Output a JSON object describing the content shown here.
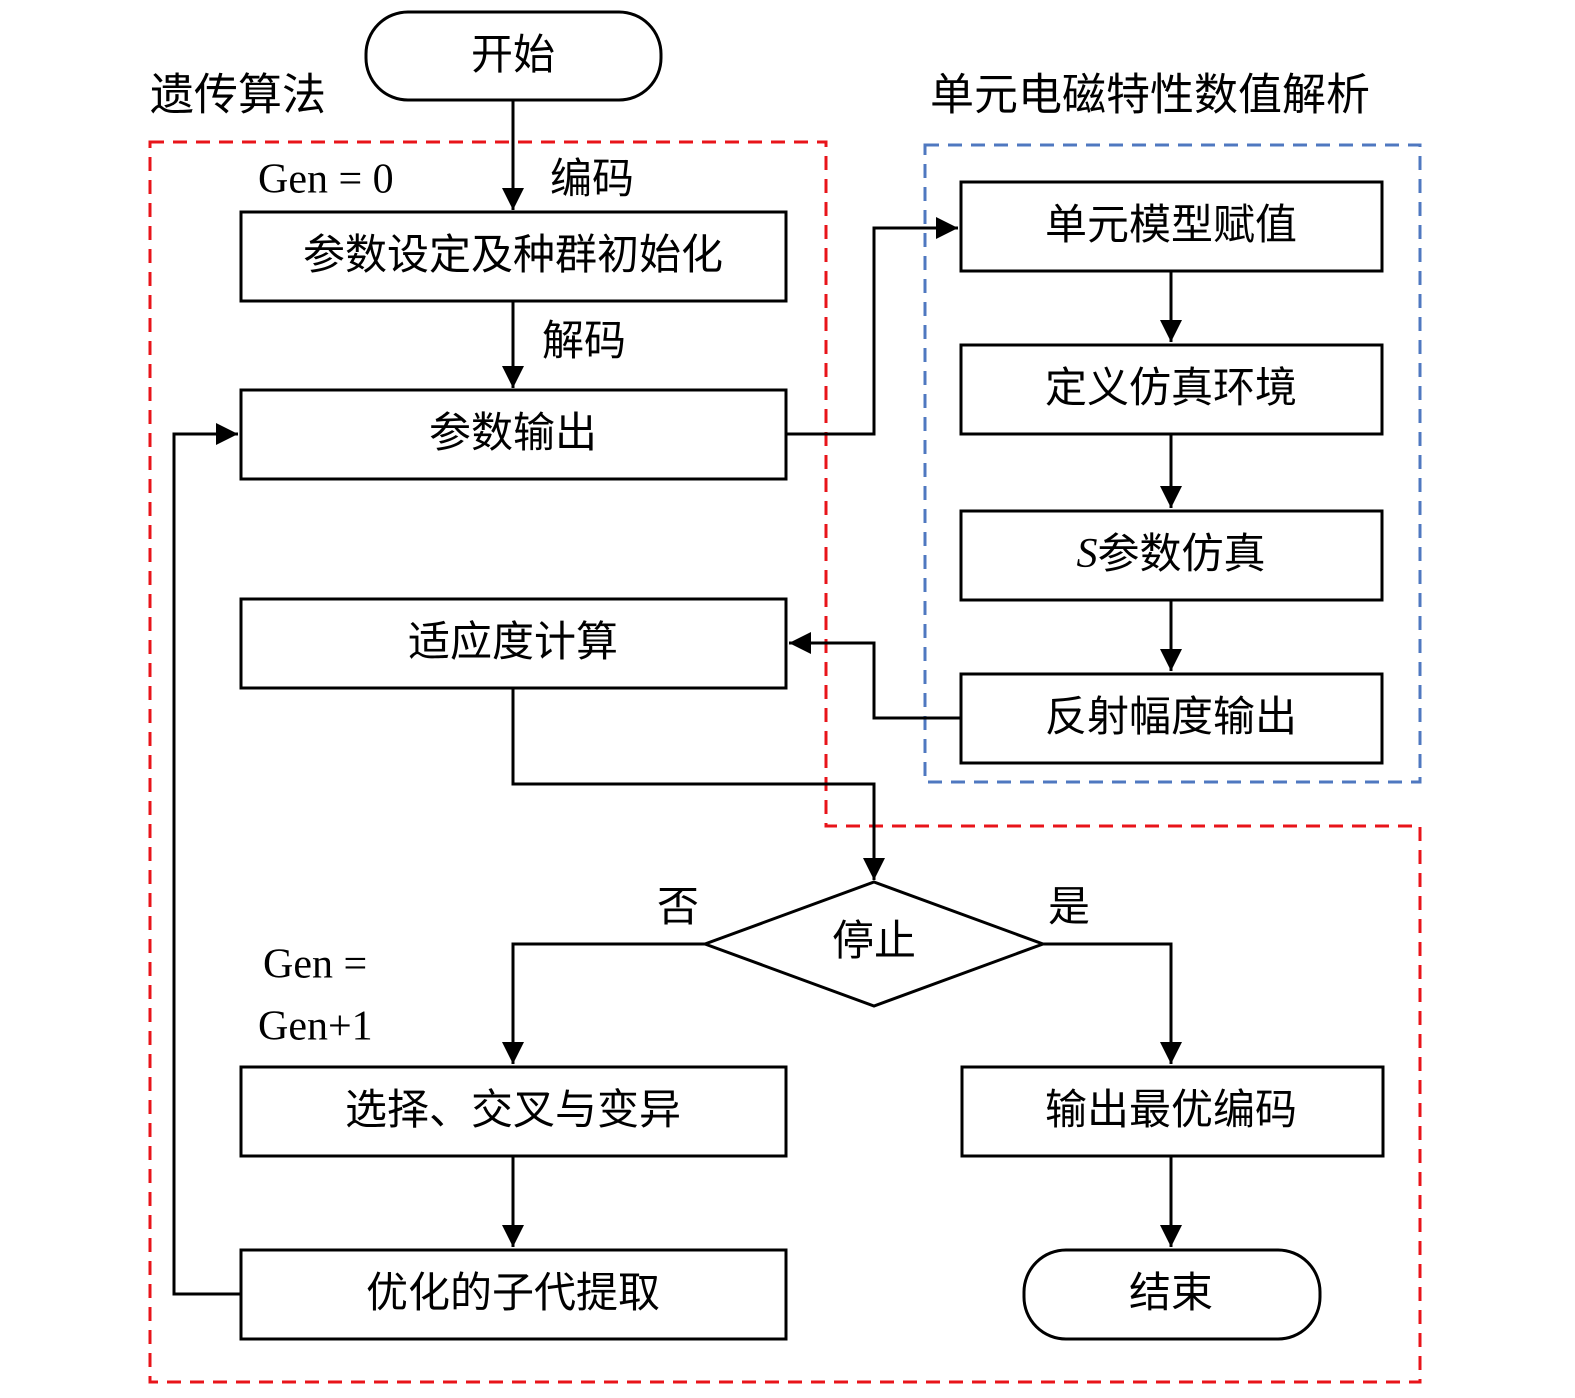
{
  "colors": {
    "genetic_region": "#e8141a",
    "em_region": "#4f78c0",
    "stroke": "#000000",
    "background": "#ffffff"
  },
  "regions": {
    "genetic_algorithm": "遗传算法",
    "em_analysis": "单元电磁特性数值解析"
  },
  "nodes": {
    "start": "开始",
    "init": "参数设定及种群初始化",
    "param_output": "参数输出",
    "fitness": "适应度计算",
    "stop": "停止",
    "select": "选择、交叉与变异",
    "offspring": "优化的子代提取",
    "best_output": "输出最优编码",
    "end": "结束",
    "model_assign": "单元模型赋值",
    "define_env": "定义仿真环境",
    "s_param_prefix": "S",
    "s_param": "参数仿真",
    "reflect_output": "反射幅度输出"
  },
  "labels": {
    "encode": "编码",
    "decode": "解码",
    "gen0": "Gen = 0",
    "gen_inc_line1": "Gen =",
    "gen_inc_line2": "Gen+1",
    "no": "否",
    "yes": "是"
  }
}
